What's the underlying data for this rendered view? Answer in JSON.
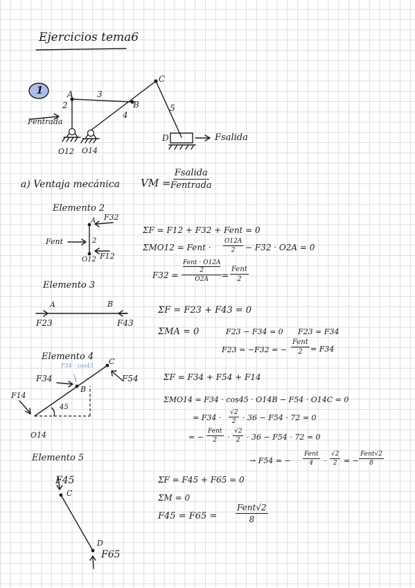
{
  "title": "Ejercicios tema6",
  "exercise_number": "1",
  "mechanism": {
    "label_A": "A",
    "label_B": "B",
    "label_C": "C",
    "label_D": "D",
    "link_2": "2",
    "link_3": "3",
    "link_4": "4",
    "link_5": "5",
    "fentrada": "Fentrada",
    "fsalida": "Fsalida",
    "o12": "O12",
    "o14": "O14"
  },
  "part_a": {
    "label": "a) Ventaja mecánica",
    "vm": "VM =",
    "num": "Fsalida",
    "den": "Fentrada"
  },
  "element2": {
    "heading": "Elemento 2",
    "label_A": "A",
    "f32": "F32",
    "fent": "Fent",
    "num2": "2",
    "o12": "O12",
    "f12": "F12",
    "eq1": "ΣF = F12 + F32 + Fent = 0",
    "eq2_left": "ΣMO12 = Fent ·",
    "eq2_num": "O12A",
    "eq2_den": "2",
    "eq2_right": "− F32 · O2A = 0",
    "eq3_left": "F32 =",
    "eq3_num_top": "Fent · O12A",
    "eq3_num_bottom": "2",
    "eq3_den": "O2A",
    "eq3_mid": "=",
    "eq3_res_num": "Fent",
    "eq3_res_den": "2"
  },
  "element3": {
    "heading": "Elemento 3",
    "label_A": "A",
    "label_B": "B",
    "f23": "F23",
    "f43": "F43",
    "eq1": "ΣF = F23 + F43 = 0",
    "eq2": "ΣMA = 0",
    "eq3": "F23 − F34 = 0",
    "eq4": "F23 = F34",
    "eq5_left": "F23 = −F32 = −",
    "eq5_num": "Fent",
    "eq5_den": "2",
    "eq5_right": "= F34"
  },
  "element4": {
    "heading": "Elemento 4",
    "blue_note": "F34 · cos45",
    "f34": "F34",
    "label_B": "B",
    "label_C": "C",
    "f54": "F54",
    "f14": "F14",
    "angle": "45",
    "o14": "O14",
    "eq1": "ΣF = F34 + F54 + F14",
    "eq2": "ΣMO14 = F34 · cos45 · O14B − F54 · O14C = 0",
    "eq3_left": "= F34 ·",
    "eq3_num": "√2",
    "eq3_den": "2",
    "eq3_right": "· 36 − F54 · 72 = 0",
    "eq4_left": "= −",
    "eq4_num1": "Fent",
    "eq4_den1": "2",
    "eq4_mid": "·",
    "eq4_num2": "√2",
    "eq4_den2": "2",
    "eq4_right": "· 36 − F54 · 72 = 0",
    "eq5_left": "→ F54 = −",
    "eq5_num1": "Fent",
    "eq5_den1": "4",
    "eq5_mid": "·",
    "eq5_num2": "√2",
    "eq5_den2": "2",
    "eq5_eq": "= −",
    "eq5_num3": "Fent√2",
    "eq5_den3": "8"
  },
  "element5": {
    "heading": "Elemento 5",
    "f45": "F45",
    "label_C": "C",
    "label_D": "D",
    "f65": "F65",
    "eq1": "ΣF = F45 + F65 = 0",
    "eq2": "ΣM = 0",
    "eq3_left": "F45 = F65 =",
    "eq3_num": "Fent√2",
    "eq3_den": "8"
  }
}
